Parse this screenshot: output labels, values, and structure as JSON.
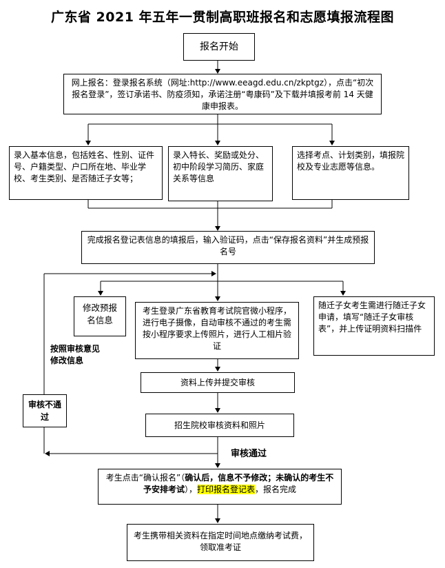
{
  "title": "广东省 2021 年五年一贯制高职班报名和志愿填报流程图",
  "nodes": {
    "start": "报名开始",
    "online": "网上报名：登录报名系统（网址:http://www.eeagd.edu.cn/zkptgz），点击“初次报名登录”，签订承诺书、防疫须知，承诺注册“粤康码”及下载并填报考前 14 天健康申报表。",
    "basic_info": "录入基本信息，包括姓名、性别、证件号、户籍类型、户口所在地、毕业学校、考生类别、是否随迁子女等；",
    "specialty": "录入特长、奖励或处分、初中阶段学习简历、家庭关系等信息",
    "choice": "选择考点、计划类别，填报院校及专业志愿等信息。",
    "complete": "完成报名登记表信息的填报后，输入验证码，点击“保存报名资料”并生成预报名号",
    "modify": "修改预报名信息",
    "photo": "考生登录广东省教育考试院官微小程序，进行电子摄像，自动审核不通过的考生需按小程序要求上传照片，进行人工相片验证",
    "migrant": "随迁子女考生需进行随迁子女申请，填写“随迁子女审核表”，并上传证明资料扫描件",
    "upload": "资料上传并提交审核",
    "review": "招生院校审核资料和照片",
    "confirm_a": "考生点击“确认报名”（",
    "confirm_bold": "确认后，信息不予修改；未确认的考生不予安排考试",
    "confirm_b": "），",
    "confirm_hl": "打印报名登记表",
    "confirm_c": "，报名完成",
    "pay": "考生携带相关资料在指定时间地点缴纳考试费，领取准考证"
  },
  "labels": {
    "modify_note": "按照审核意见修改信息",
    "fail": "审核不通过",
    "pass": "审核通过"
  },
  "colors": {
    "highlight": "#ffff00",
    "line": "#000000"
  }
}
